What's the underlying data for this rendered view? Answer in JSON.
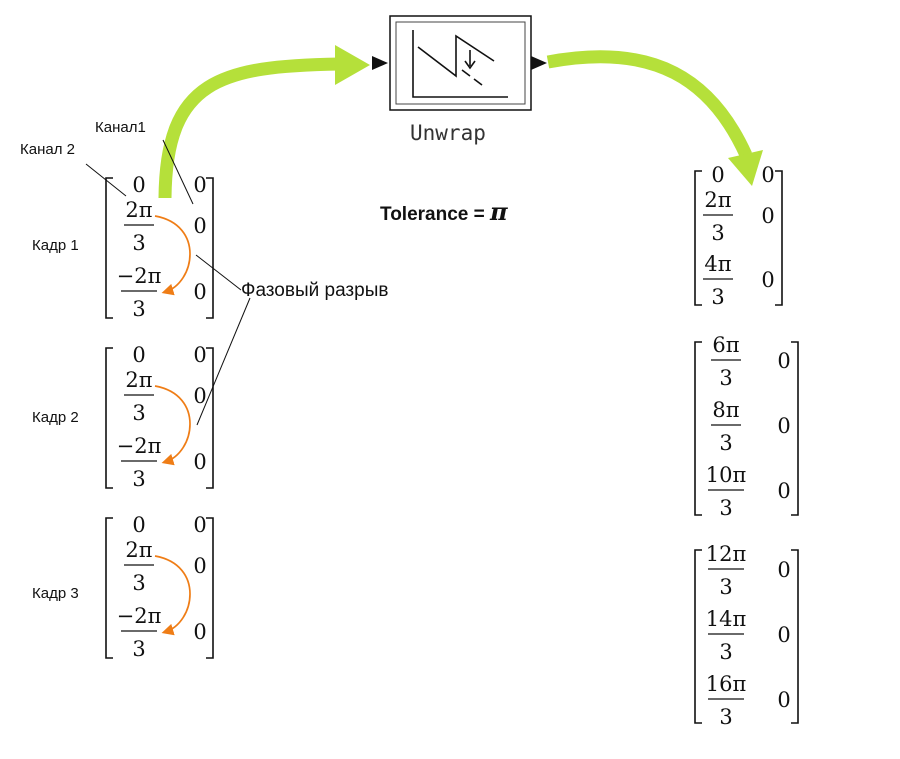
{
  "block": {
    "label": "Unwrap",
    "icon": "unwrap-block-icon"
  },
  "tolerance": {
    "text": "Tolerance = ",
    "symbol": "π"
  },
  "labels": {
    "channel1": "Канал1",
    "channel2": "Канал 2",
    "phase_break": "Фазовый разрыв"
  },
  "colors": {
    "arrow": "#b5e03a",
    "phase_arrow": "#ef7d16",
    "ink": "#111111"
  },
  "input_frames": [
    {
      "label": "Кадр 1",
      "rows": [
        {
          "c1": "0",
          "c2": "0"
        },
        {
          "c1": {
            "num": "2π",
            "den": "3"
          },
          "c2": "0"
        },
        {
          "c1": {
            "num": "−2π",
            "den": "3"
          },
          "c2": "0"
        }
      ]
    },
    {
      "label": "Кадр 2",
      "rows": [
        {
          "c1": "0",
          "c2": "0"
        },
        {
          "c1": {
            "num": "2π",
            "den": "3"
          },
          "c2": "0"
        },
        {
          "c1": {
            "num": "−2π",
            "den": "3"
          },
          "c2": "0"
        }
      ]
    },
    {
      "label": "Кадр 3",
      "rows": [
        {
          "c1": "0",
          "c2": "0"
        },
        {
          "c1": {
            "num": "2π",
            "den": "3"
          },
          "c2": "0"
        },
        {
          "c1": {
            "num": "−2π",
            "den": "3"
          },
          "c2": "0"
        }
      ]
    }
  ],
  "output_frames": [
    {
      "rows": [
        {
          "c1": "0",
          "c2": "0"
        },
        {
          "c1": {
            "num": "2π",
            "den": "3"
          },
          "c2": "0"
        },
        {
          "c1": {
            "num": "4π",
            "den": "3"
          },
          "c2": "0"
        }
      ]
    },
    {
      "rows": [
        {
          "c1": {
            "num": "6π",
            "den": "3"
          },
          "c2": "0"
        },
        {
          "c1": {
            "num": "8π",
            "den": "3"
          },
          "c2": "0"
        },
        {
          "c1": {
            "num": "10π",
            "den": "3"
          },
          "c2": "0"
        }
      ]
    },
    {
      "rows": [
        {
          "c1": {
            "num": "12π",
            "den": "3"
          },
          "c2": "0"
        },
        {
          "c1": {
            "num": "14π",
            "den": "3"
          },
          "c2": "0"
        },
        {
          "c1": {
            "num": "16π",
            "den": "3"
          },
          "c2": "0"
        }
      ]
    }
  ]
}
